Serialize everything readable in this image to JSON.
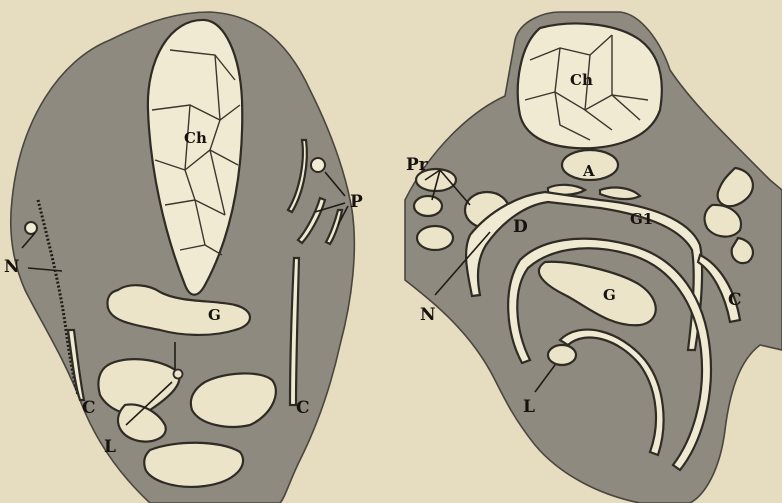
{
  "left_section": {
    "labels": {
      "notochord": "Ch",
      "gut": "G",
      "liver": "L",
      "nerve": "N",
      "pronephric": "P",
      "coelom_left": "C",
      "coelom_right": "C"
    }
  },
  "right_section": {
    "labels": {
      "notochord": "Ch",
      "pronephros": "Pr",
      "aorta": "A",
      "glomus": "G1",
      "duct": "D",
      "nerve": "N",
      "gut": "G",
      "coelom": "C",
      "liver": "L"
    }
  }
}
